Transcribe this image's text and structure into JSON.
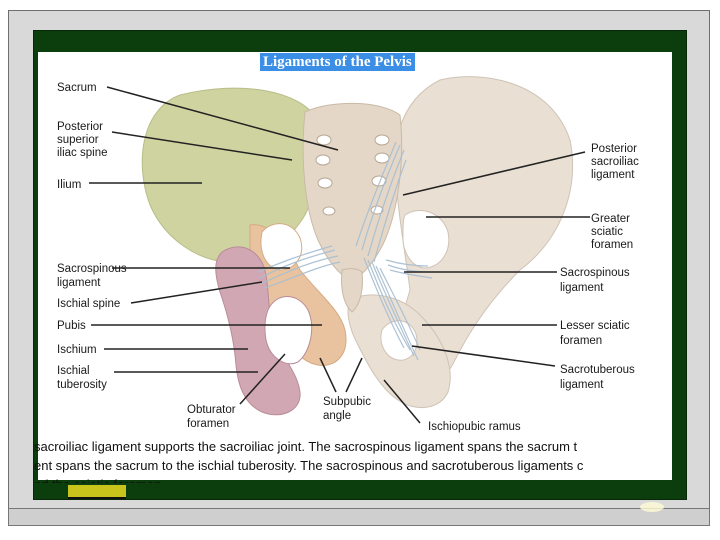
{
  "slide": {
    "title": "Ligaments of the Pelvis",
    "caption_lines": [
      "sacroiliac ligament supports the sacroiliac joint. The sacrospinous ligament spans the sacrum t",
      "ent spans the sacrum to the ischial tuberosity. The sacrospinous and sacrotuberous ligaments c",
      "nd the sciatic foramen"
    ]
  },
  "diagram": {
    "labels_left": [
      "Sacrum",
      [
        "Posterior",
        "superior",
        "iliac spine"
      ],
      "Ilium",
      [
        "Sacrospinous",
        "ligament"
      ],
      "Ischial spine",
      "Pubis",
      "Ischium",
      [
        "Ischial",
        "tuberosity"
      ]
    ],
    "labels_right": [
      [
        "Posterior",
        "sacroiliac",
        "ligament"
      ],
      [
        "Greater",
        "sciatic",
        "foramen"
      ],
      [
        "Sacrospinous",
        "ligament"
      ],
      [
        "Lesser sciatic",
        "foramen"
      ],
      [
        "Sacrotuberous",
        "ligament"
      ]
    ],
    "labels_bottom": [
      [
        "Obturator",
        "foramen"
      ],
      [
        "Subpubic",
        "angle"
      ],
      "Ischiopubic ramus"
    ],
    "colors": {
      "ilium": "#cfd3a0",
      "bone": "#e9dfd3",
      "ischium": "#d1a7b3",
      "pubis": "#e9c39f",
      "ligament": "#c6d5e1",
      "sacrum": "#e4d7c7"
    }
  }
}
